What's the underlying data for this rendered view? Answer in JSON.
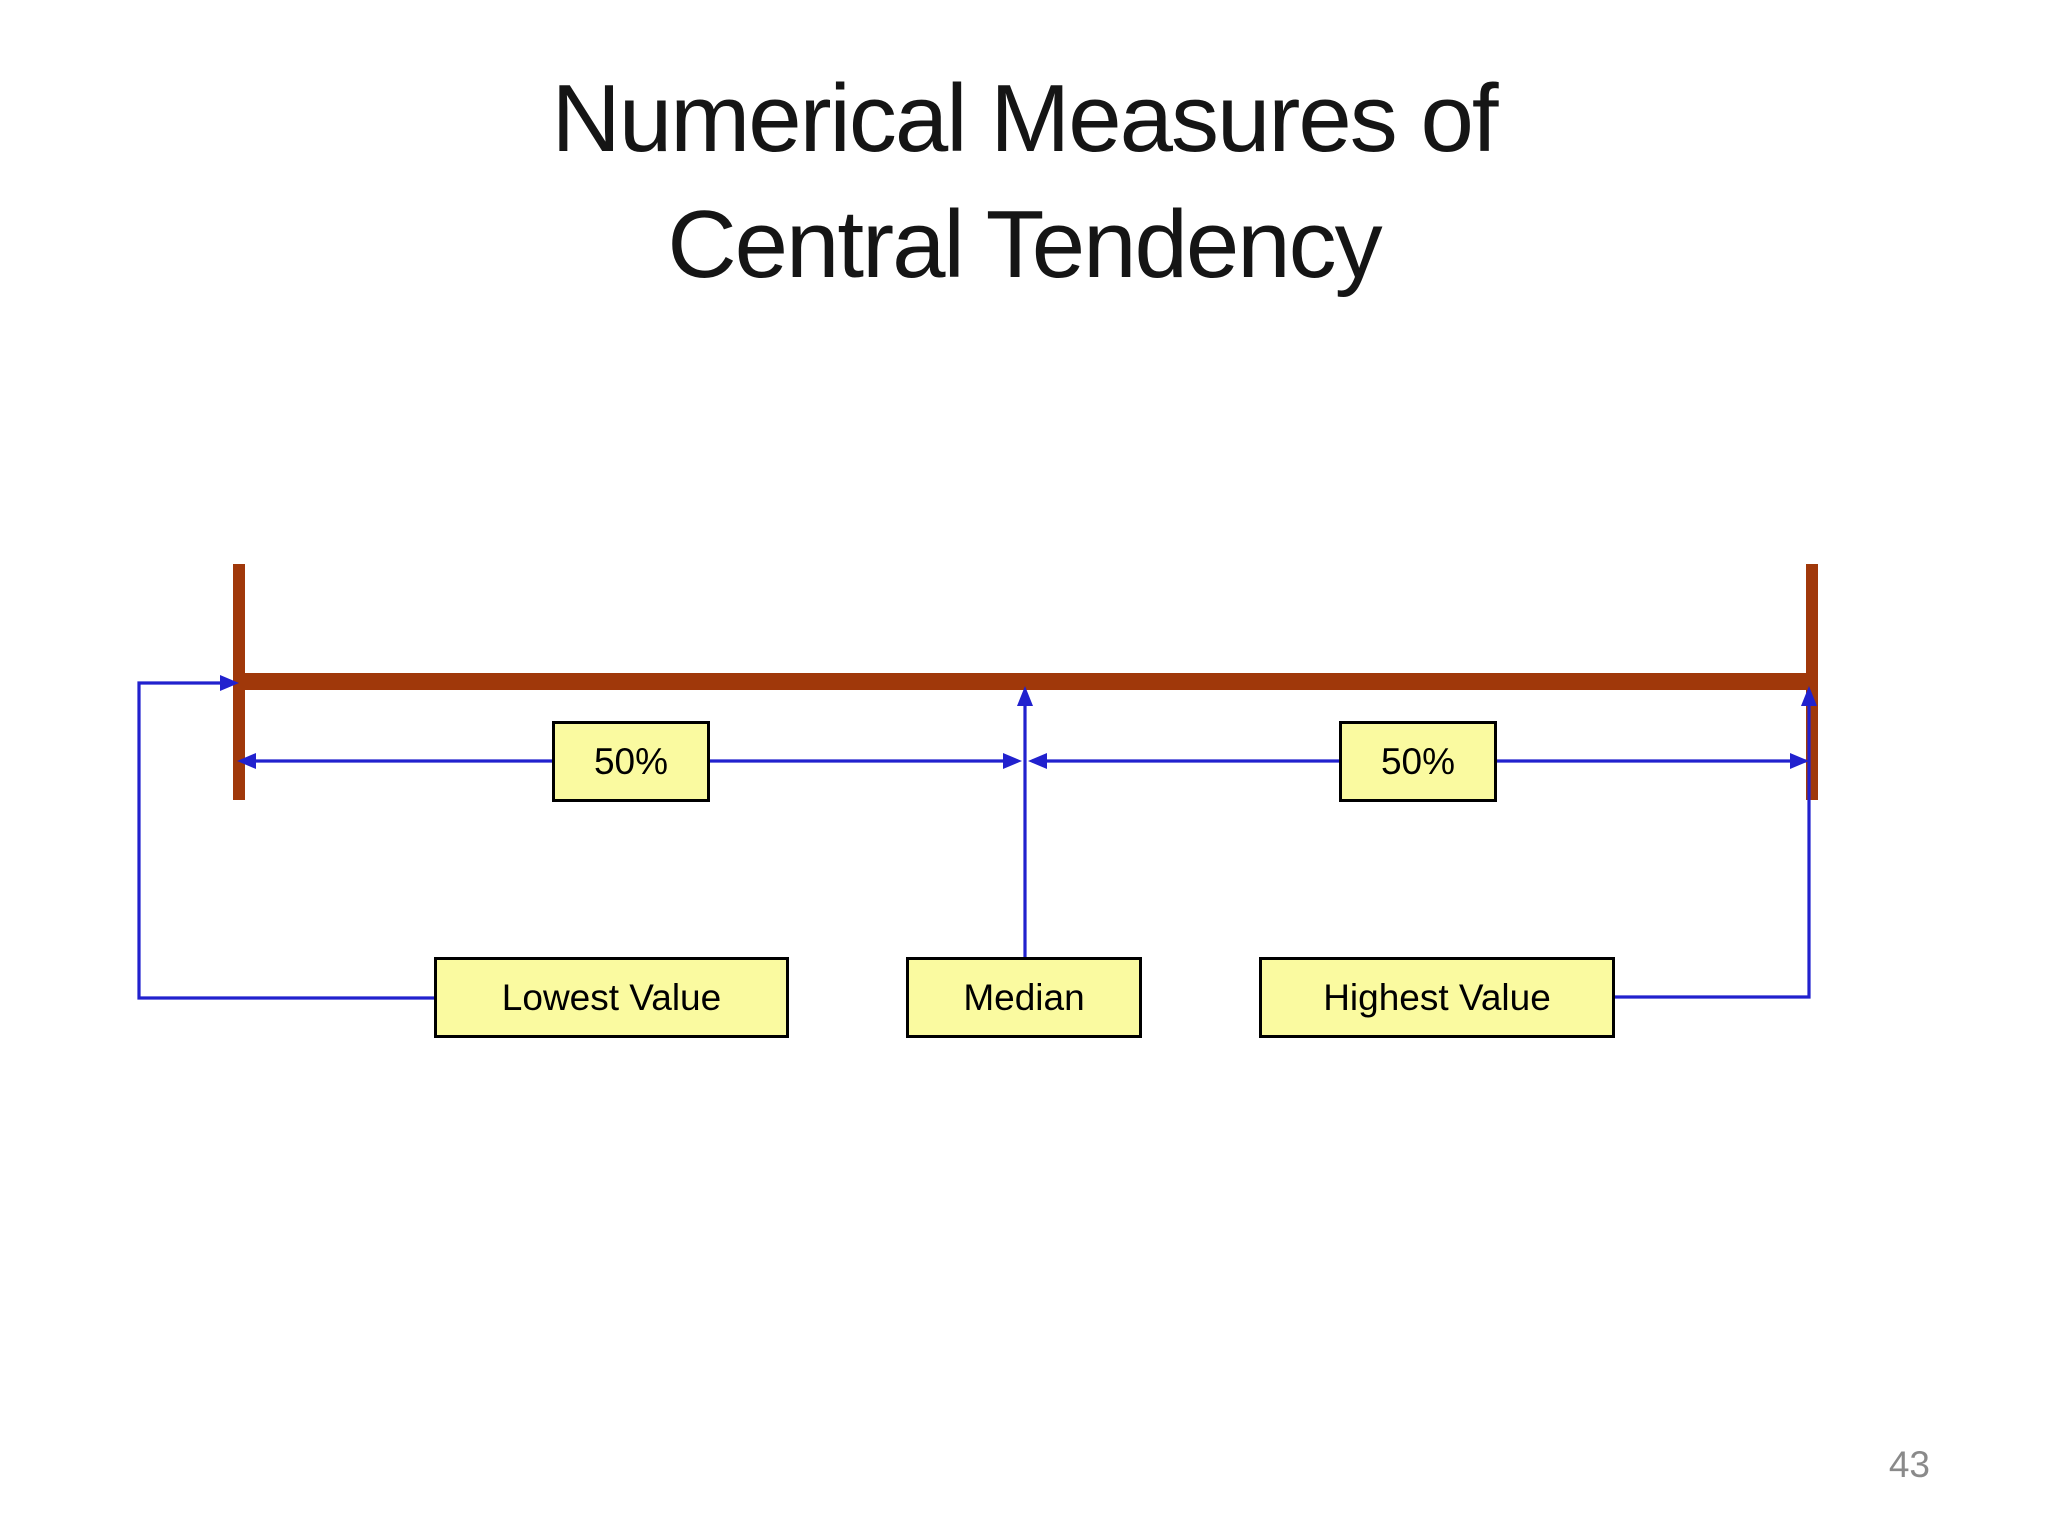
{
  "slide": {
    "title": {
      "line1": "Numerical Measures of",
      "line2": "Central Tendency"
    },
    "page_number": "43"
  },
  "diagram": {
    "boxes": {
      "left_pct": {
        "label": "50%"
      },
      "right_pct": {
        "label": "50%"
      },
      "lowest": {
        "label": "Lowest Value"
      },
      "median": {
        "label": "Median"
      },
      "highest": {
        "label": "Highest Value"
      }
    },
    "colors": {
      "range_line": "#a0380a",
      "connector_blue": "#2121ce",
      "box_fill": "#fafaa0",
      "box_border": "#000000"
    }
  }
}
